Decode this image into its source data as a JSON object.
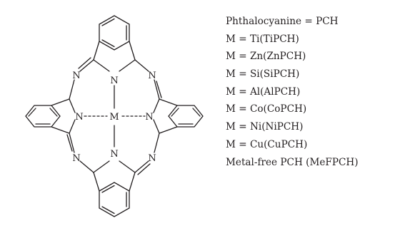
{
  "structure": {
    "atoms": {
      "n_top": "N",
      "n_left": "N",
      "n_right": "N",
      "n_bottom": "N",
      "n_bridge_top_left": "N",
      "n_bridge_top_right": "N",
      "n_bridge_bottom_left": "N",
      "n_bridge_bottom_right": "N",
      "metal": "M"
    }
  },
  "legend": {
    "items": [
      "Phthalocyanine = PCH",
      "M = Ti(TiPCH)",
      "M = Zn(ZnPCH)",
      "M = Si(SiPCH)",
      "M = Al(AlPCH)",
      "M = Co(CoPCH)",
      "M = Ni(NiPCH)",
      "M = Cu(CuPCH)",
      "Metal-free PCH (MeFPCH)"
    ]
  }
}
